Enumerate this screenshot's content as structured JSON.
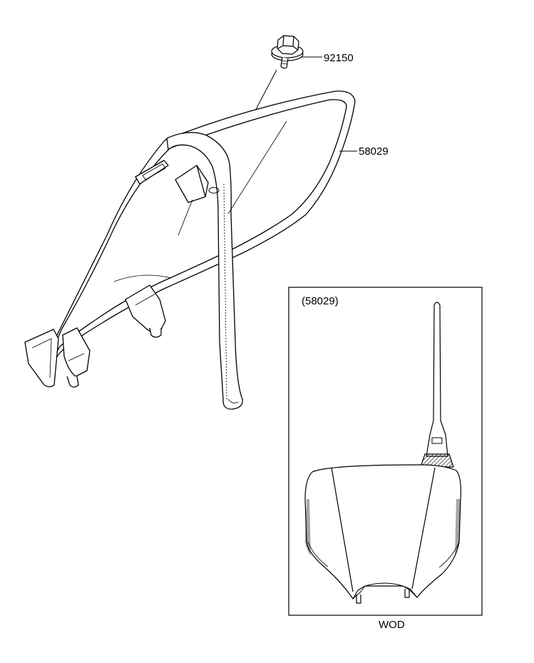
{
  "callouts": {
    "bolt_part_number": "92150",
    "plate_part_number": "58029"
  },
  "inset": {
    "title": "(58029)",
    "caption": "WOD"
  },
  "colors": {
    "line": "#000000",
    "background": "#ffffff",
    "shadow_fill": "#bfbfbf"
  }
}
